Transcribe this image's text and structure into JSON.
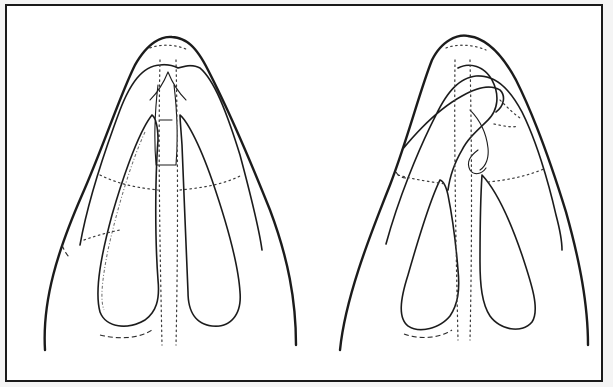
{
  "figure": {
    "panels": [
      {
        "id": "left",
        "subject": "nasal-tip-basal-view-symmetric"
      },
      {
        "id": "right",
        "subject": "nasal-tip-basal-view-asymmetric"
      }
    ],
    "colors": {
      "ink": "#1b1b1b",
      "paper": "#ffffff",
      "frame": "#1a1a1a"
    }
  }
}
